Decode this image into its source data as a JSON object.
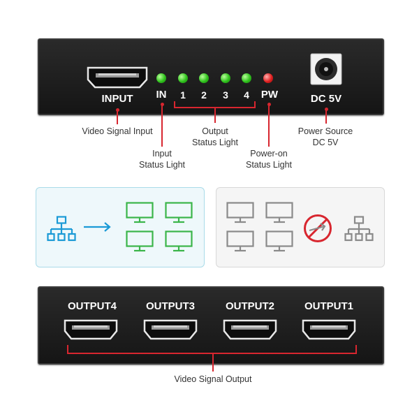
{
  "top_panel": {
    "input_label": "INPUT",
    "in_label": "IN",
    "channel_labels": [
      "1",
      "2",
      "3",
      "4"
    ],
    "pw_label": "PW",
    "dc_label": "DC 5V"
  },
  "annotations": {
    "video_signal_input": "Video Signal Input",
    "input_status_light": [
      "Input",
      "Status Light"
    ],
    "output_status_light": [
      "Output",
      "Status Light"
    ],
    "power_on_status_light": [
      "Power-on",
      "Status Light"
    ],
    "power_source": [
      "Power Source",
      "DC 5V"
    ]
  },
  "bottom_panel": {
    "output_labels": [
      "OUTPUT4",
      "OUTPUT3",
      "OUTPUT2",
      "OUTPUT1"
    ],
    "video_signal_output": "Video Signal Output"
  },
  "colors": {
    "accent_red": "#d8262f",
    "led_green": "#2fc21c",
    "led_red": "#e02020",
    "network_blue": "#1a9ad6",
    "monitor_green": "#3bb54a",
    "monitor_gray": "#8a8a8a"
  },
  "icons": {
    "left_card": [
      "network-icon",
      "arrow-right-icon",
      "monitor-icon"
    ],
    "right_card": [
      "monitor-icon",
      "prohibited-icon",
      "network-icon"
    ]
  }
}
